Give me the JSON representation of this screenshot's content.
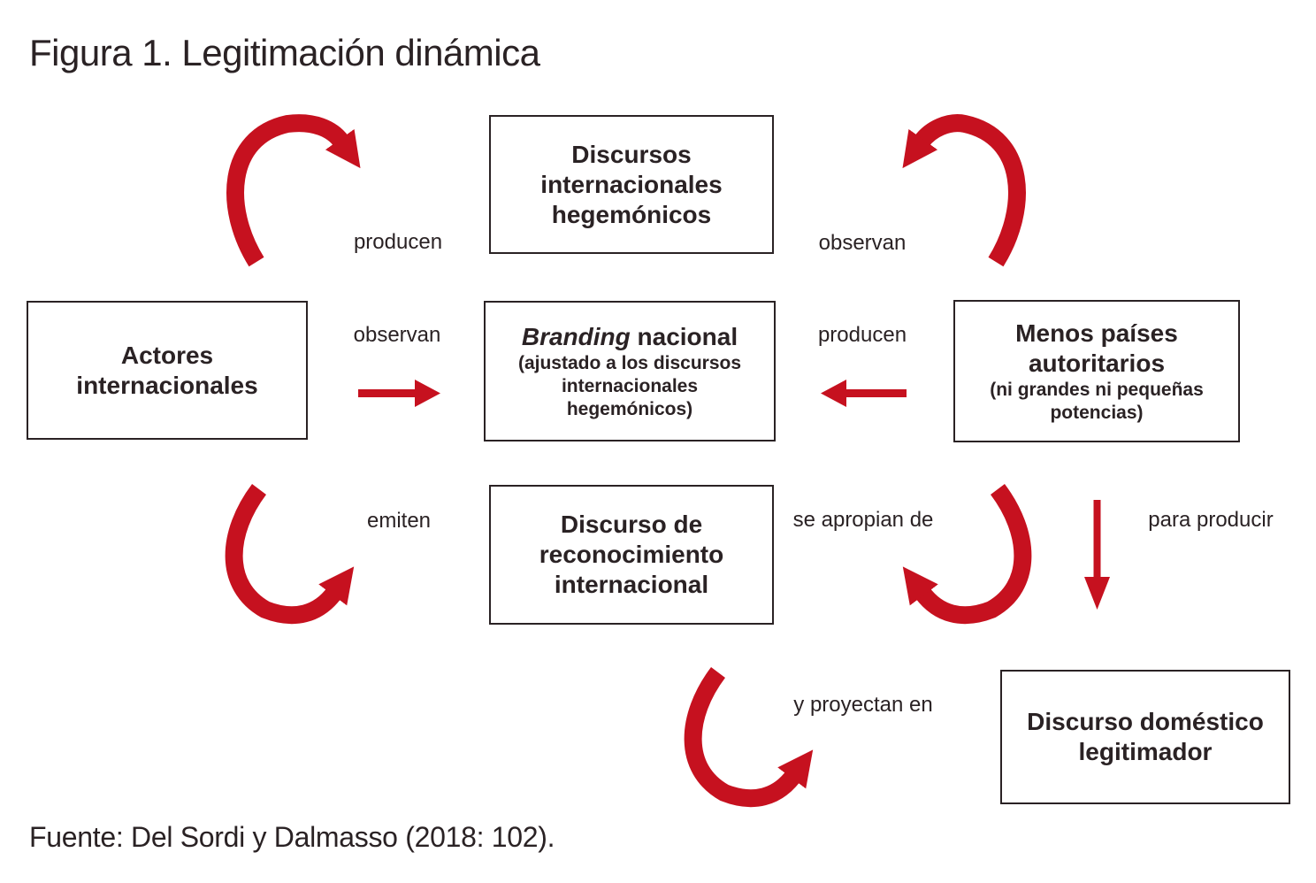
{
  "title": "Figura 1. Legitimación dinámica",
  "source": "Fuente: Del Sordi y Dalmasso (2018: 102).",
  "colors": {
    "arrow": "#c6111f",
    "ink": "#2a2224",
    "background": "#ffffff"
  },
  "boxes": {
    "discursos": {
      "lines": [
        "Discursos",
        "internacionales",
        "hegemónicos"
      ]
    },
    "actores": {
      "lines": [
        "Actores",
        "internacionales"
      ]
    },
    "branding": {
      "italic": "Branding",
      "rest": " nacional",
      "sub": [
        "(ajustado a los discursos",
        "internacionales",
        "hegemónicos)"
      ]
    },
    "menos_paises": {
      "lines": [
        "Menos países",
        "autoritarios"
      ],
      "sub": [
        "(ni grandes ni pequeñas",
        "potencias)"
      ]
    },
    "reconocimiento": {
      "lines": [
        "Discurso de",
        "reconocimiento",
        "internacional"
      ]
    },
    "domestico": {
      "lines": [
        "Discurso doméstico",
        "legitimador"
      ]
    }
  },
  "labels": {
    "producen_top": "producen",
    "observan_top": "observan",
    "observan_mid": "observan",
    "producen_mid": "producen",
    "emiten": "emiten",
    "se_apropian": "se apropian de",
    "para_producir": "para producir",
    "y_proyectan": "y proyectan en"
  }
}
